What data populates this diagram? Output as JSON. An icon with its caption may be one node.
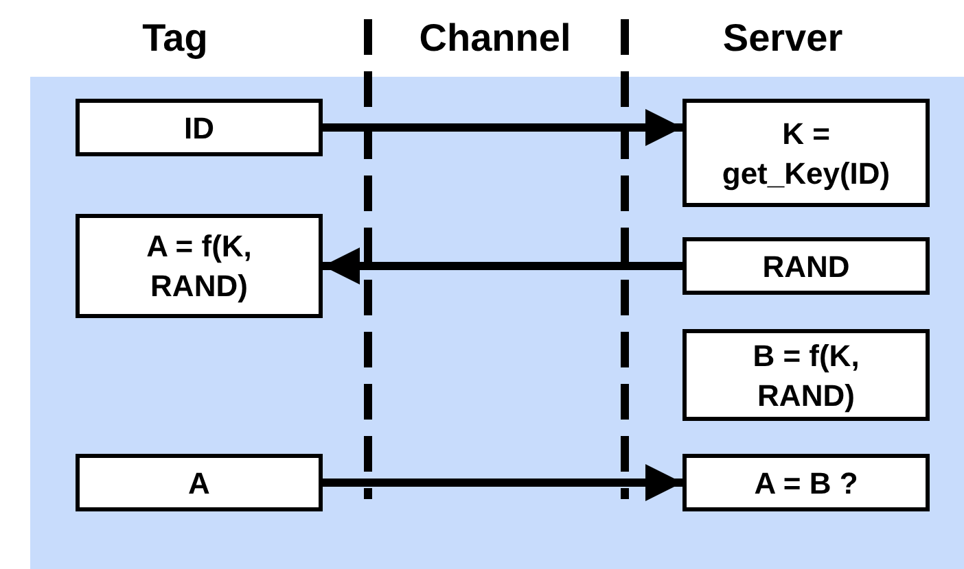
{
  "diagram": {
    "nodes": [
      {
        "text": [
          "ID"
        ]
      },
      {
        "text": [
          "K = get_Key(ID)"
        ]
      },
      {
        "text": [
          "A = f(K, RAND)"
        ]
      },
      {
        "text": [
          "RAND"
        ]
      },
      {
        "text": [
          "B = f(K, RAND)"
        ]
      },
      {
        "text": [
          "A"
        ]
      },
      {
        "text": [
          "A = B ?"
        ]
      }
    ],
    "edges": [
      {
        "from": 0,
        "to": 1,
        "arrow": "to"
      },
      {
        "from": 3,
        "to": 2,
        "arrow": "to"
      },
      {
        "from": 5,
        "to": 6,
        "arrow": "to"
      }
    ],
    "labels": [
      "Tag",
      "Channel",
      "Server"
    ]
  }
}
